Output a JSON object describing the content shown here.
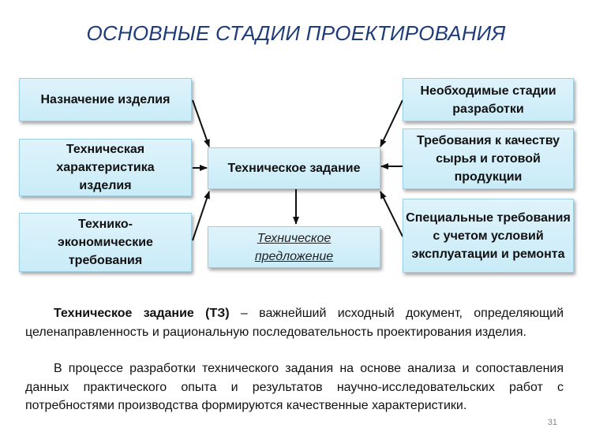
{
  "title": "ОСНОВНЫЕ СТАДИИ ПРОЕКТИРОВАНИЯ",
  "boxes": {
    "purpose": "Назначение изделия",
    "tech_char": "Техническая характеристика изделия",
    "econ": "Технико-экономические требования",
    "center": "Техническое задание",
    "proposal": "Техническое предложение",
    "stages": "Необходимые стадии разработки",
    "quality": "Требования к качеству сырья и готовой продукции",
    "special": "Специальные требования с учетом условий эксплуатации и ремонта"
  },
  "text": {
    "p1_term": "Техническое задание (ТЗ)",
    "p1_rest": " – важнейший исходный документ, определяющий целенаправленность и рациональную последовательность проектирования изделия.",
    "p2": "В процессе разработки технического задания на основе анализа и сопоставления данных практического опыта и результатов научно-исследовательских работ с потребностями производства формируются качественные характеристики."
  },
  "page_number": "31"
}
